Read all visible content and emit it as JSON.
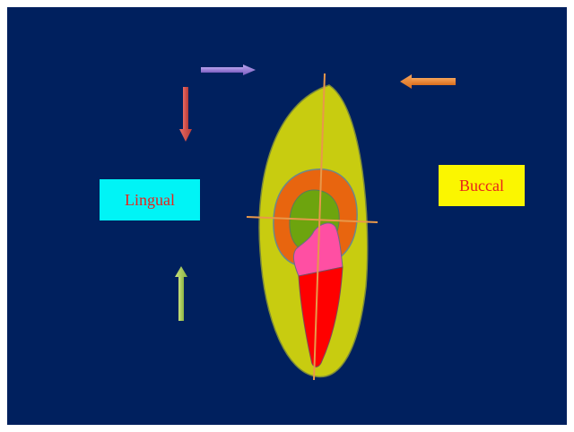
{
  "labels": {
    "lingual": "Lingual",
    "buccal": "Buccal"
  },
  "arrows": [
    {
      "name": "top-right-pointing-arrow",
      "direction": "right",
      "color": "#9b7fd6"
    },
    {
      "name": "top-left-pointing-arrow",
      "direction": "left",
      "color": "#ee8a3a"
    },
    {
      "name": "down-pointing-arrow",
      "direction": "down",
      "color": "#d9534f"
    },
    {
      "name": "up-pointing-arrow",
      "direction": "up",
      "color": "#a6c95a"
    }
  ],
  "colors": {
    "background": "#00205e",
    "outer_shape": "#c8cc10",
    "ring": "#e8650f",
    "core": "#6da40e",
    "pink_region": "#ff4fa3",
    "red_region": "#ff0000",
    "axis_lines": "#e8984a",
    "lingual_box": "#00f4f6",
    "buccal_box": "#fbf600",
    "label_text": "#e8231c"
  }
}
